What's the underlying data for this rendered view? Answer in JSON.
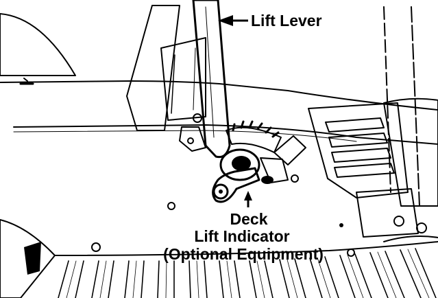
{
  "labels": {
    "lift_lever": "Lift Lever",
    "deck": "Deck",
    "lift_indicator": "Lift Indicator",
    "optional_equipment": "(Optional Equipment)"
  },
  "icons": {
    "arrow_lift_lever": "arrow-left-icon",
    "arrow_deck_indicator": "arrow-up-icon"
  },
  "colors": {
    "ink": "#000000",
    "paper": "#ffffff"
  }
}
